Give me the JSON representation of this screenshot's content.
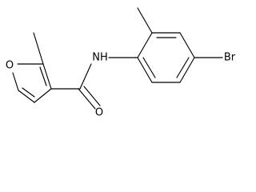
{
  "molecule": {
    "atom_labels": {
      "oxygen_furan": "O",
      "nitrogen_amide": "NH",
      "oxygen_carbonyl": "O",
      "bromine": "Br"
    }
  }
}
